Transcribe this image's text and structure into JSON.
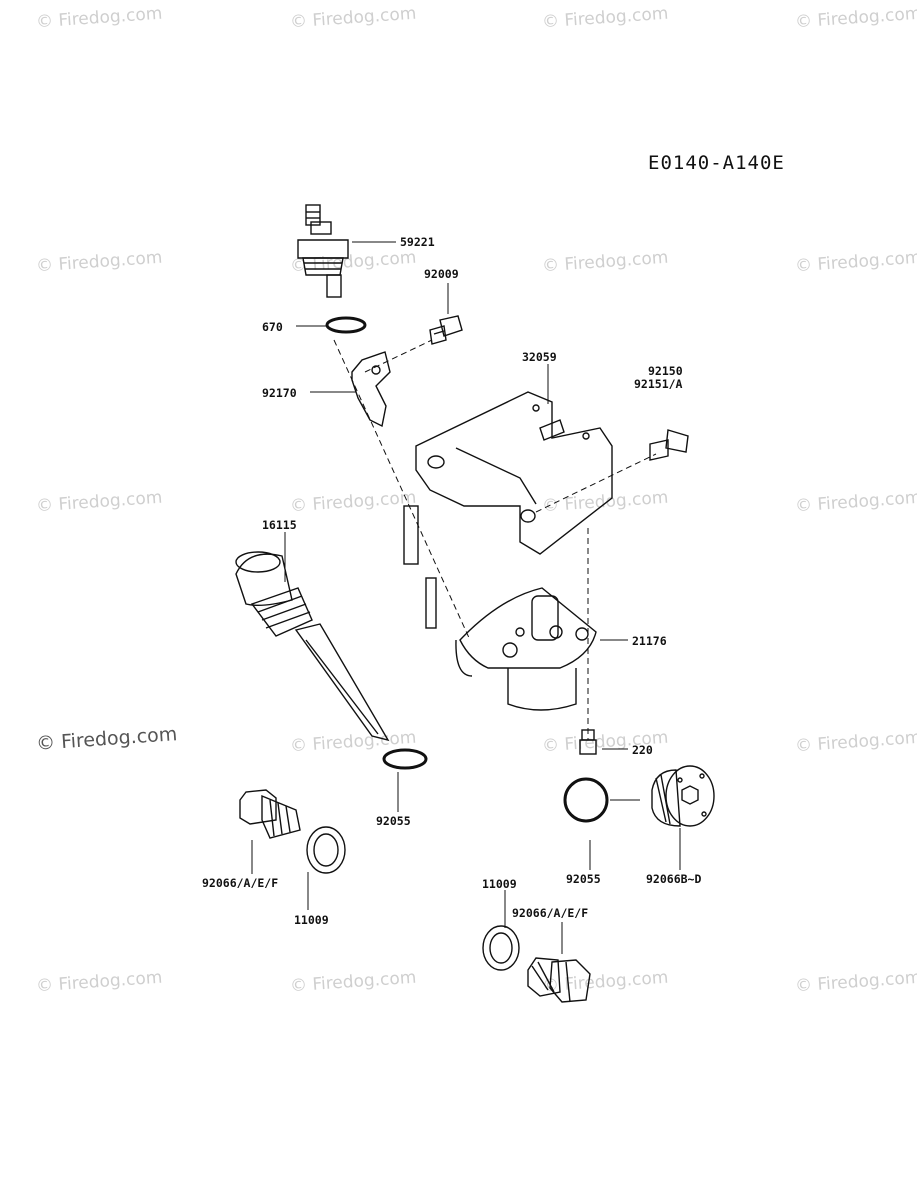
{
  "diagram_code": "E0140-A140E",
  "watermark": "© Firedog.com",
  "watermark_main": "© Firedog.com",
  "parts": {
    "p59221": "59221",
    "p92009": "92009",
    "p670": "670",
    "p32059": "32059",
    "p92150": "92150",
    "p92151": "92151/A",
    "p92170": "92170",
    "p16115": "16115",
    "p21176": "21176",
    "p220": "220",
    "p92055a": "92055",
    "p92055b": "92055",
    "p92066b": "92066B~D",
    "p11009a": "11009",
    "p92066a": "92066/A/E/F",
    "p11009b": "11009",
    "p92066c": "92066/A/E/F"
  }
}
